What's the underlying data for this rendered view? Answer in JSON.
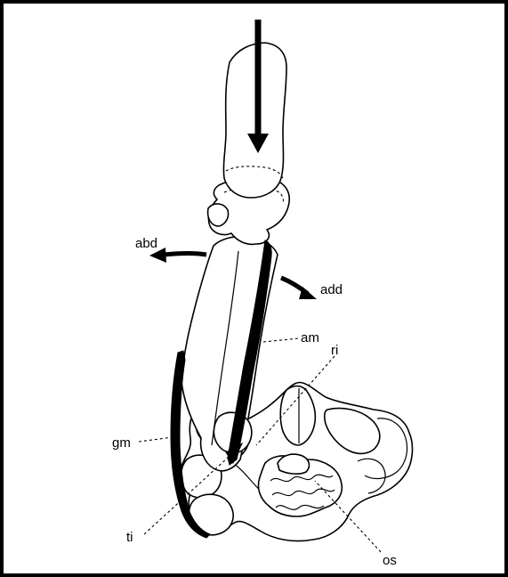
{
  "figure": {
    "labels": {
      "abd": "abd",
      "add": "add",
      "am": "am",
      "ri": "ri",
      "gm": "gm",
      "ti": "ti",
      "os": "os"
    }
  }
}
